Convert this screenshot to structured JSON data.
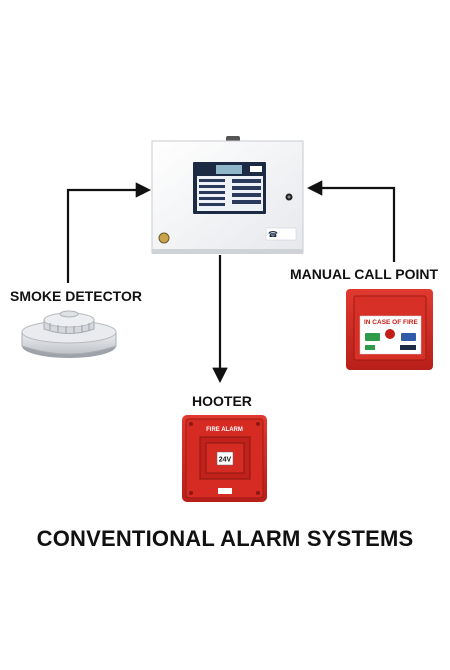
{
  "labels": {
    "smoke_detector": "SMOKE DETECTOR",
    "manual_call_point": "MANUAL CALL POINT",
    "hooter": "HOOTER",
    "title": "CONVENTIONAL ALARM SYSTEMS"
  },
  "devices": {
    "call_point_text": "IN CASE OF FIRE",
    "hooter_text": "FIRE ALARM",
    "hooter_voltage": "24V"
  },
  "colors": {
    "background": "#ffffff",
    "text": "#111111",
    "arrow": "#111111",
    "device_red": "#d42a22",
    "panel_white": "#f4f5f7",
    "detector_gray": "#d7d9dc"
  }
}
